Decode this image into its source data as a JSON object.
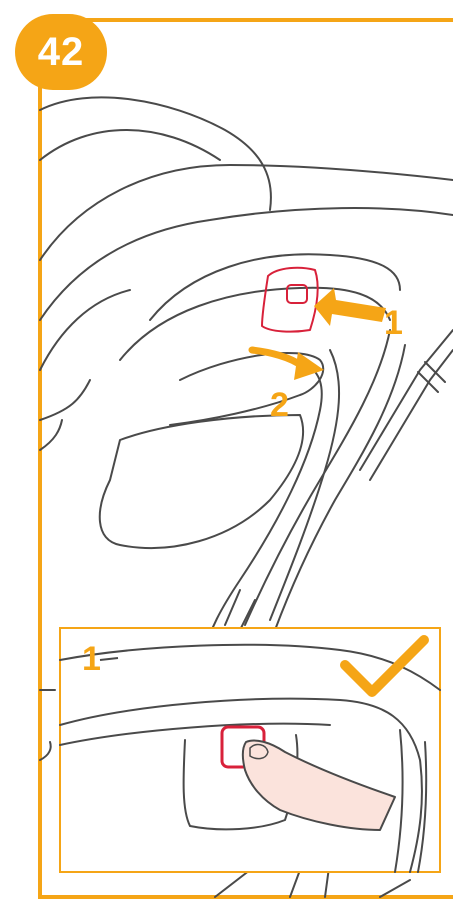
{
  "step": {
    "number": "42"
  },
  "colors": {
    "accent": "#F5A516",
    "highlight": "#D8213A",
    "line": "#4a4a4a",
    "skin": "#FBE3DC"
  },
  "main": {
    "callout_press": "1",
    "callout_rotate": "2"
  },
  "inset": {
    "callout": "1",
    "checkmark_icon": "check-icon"
  }
}
